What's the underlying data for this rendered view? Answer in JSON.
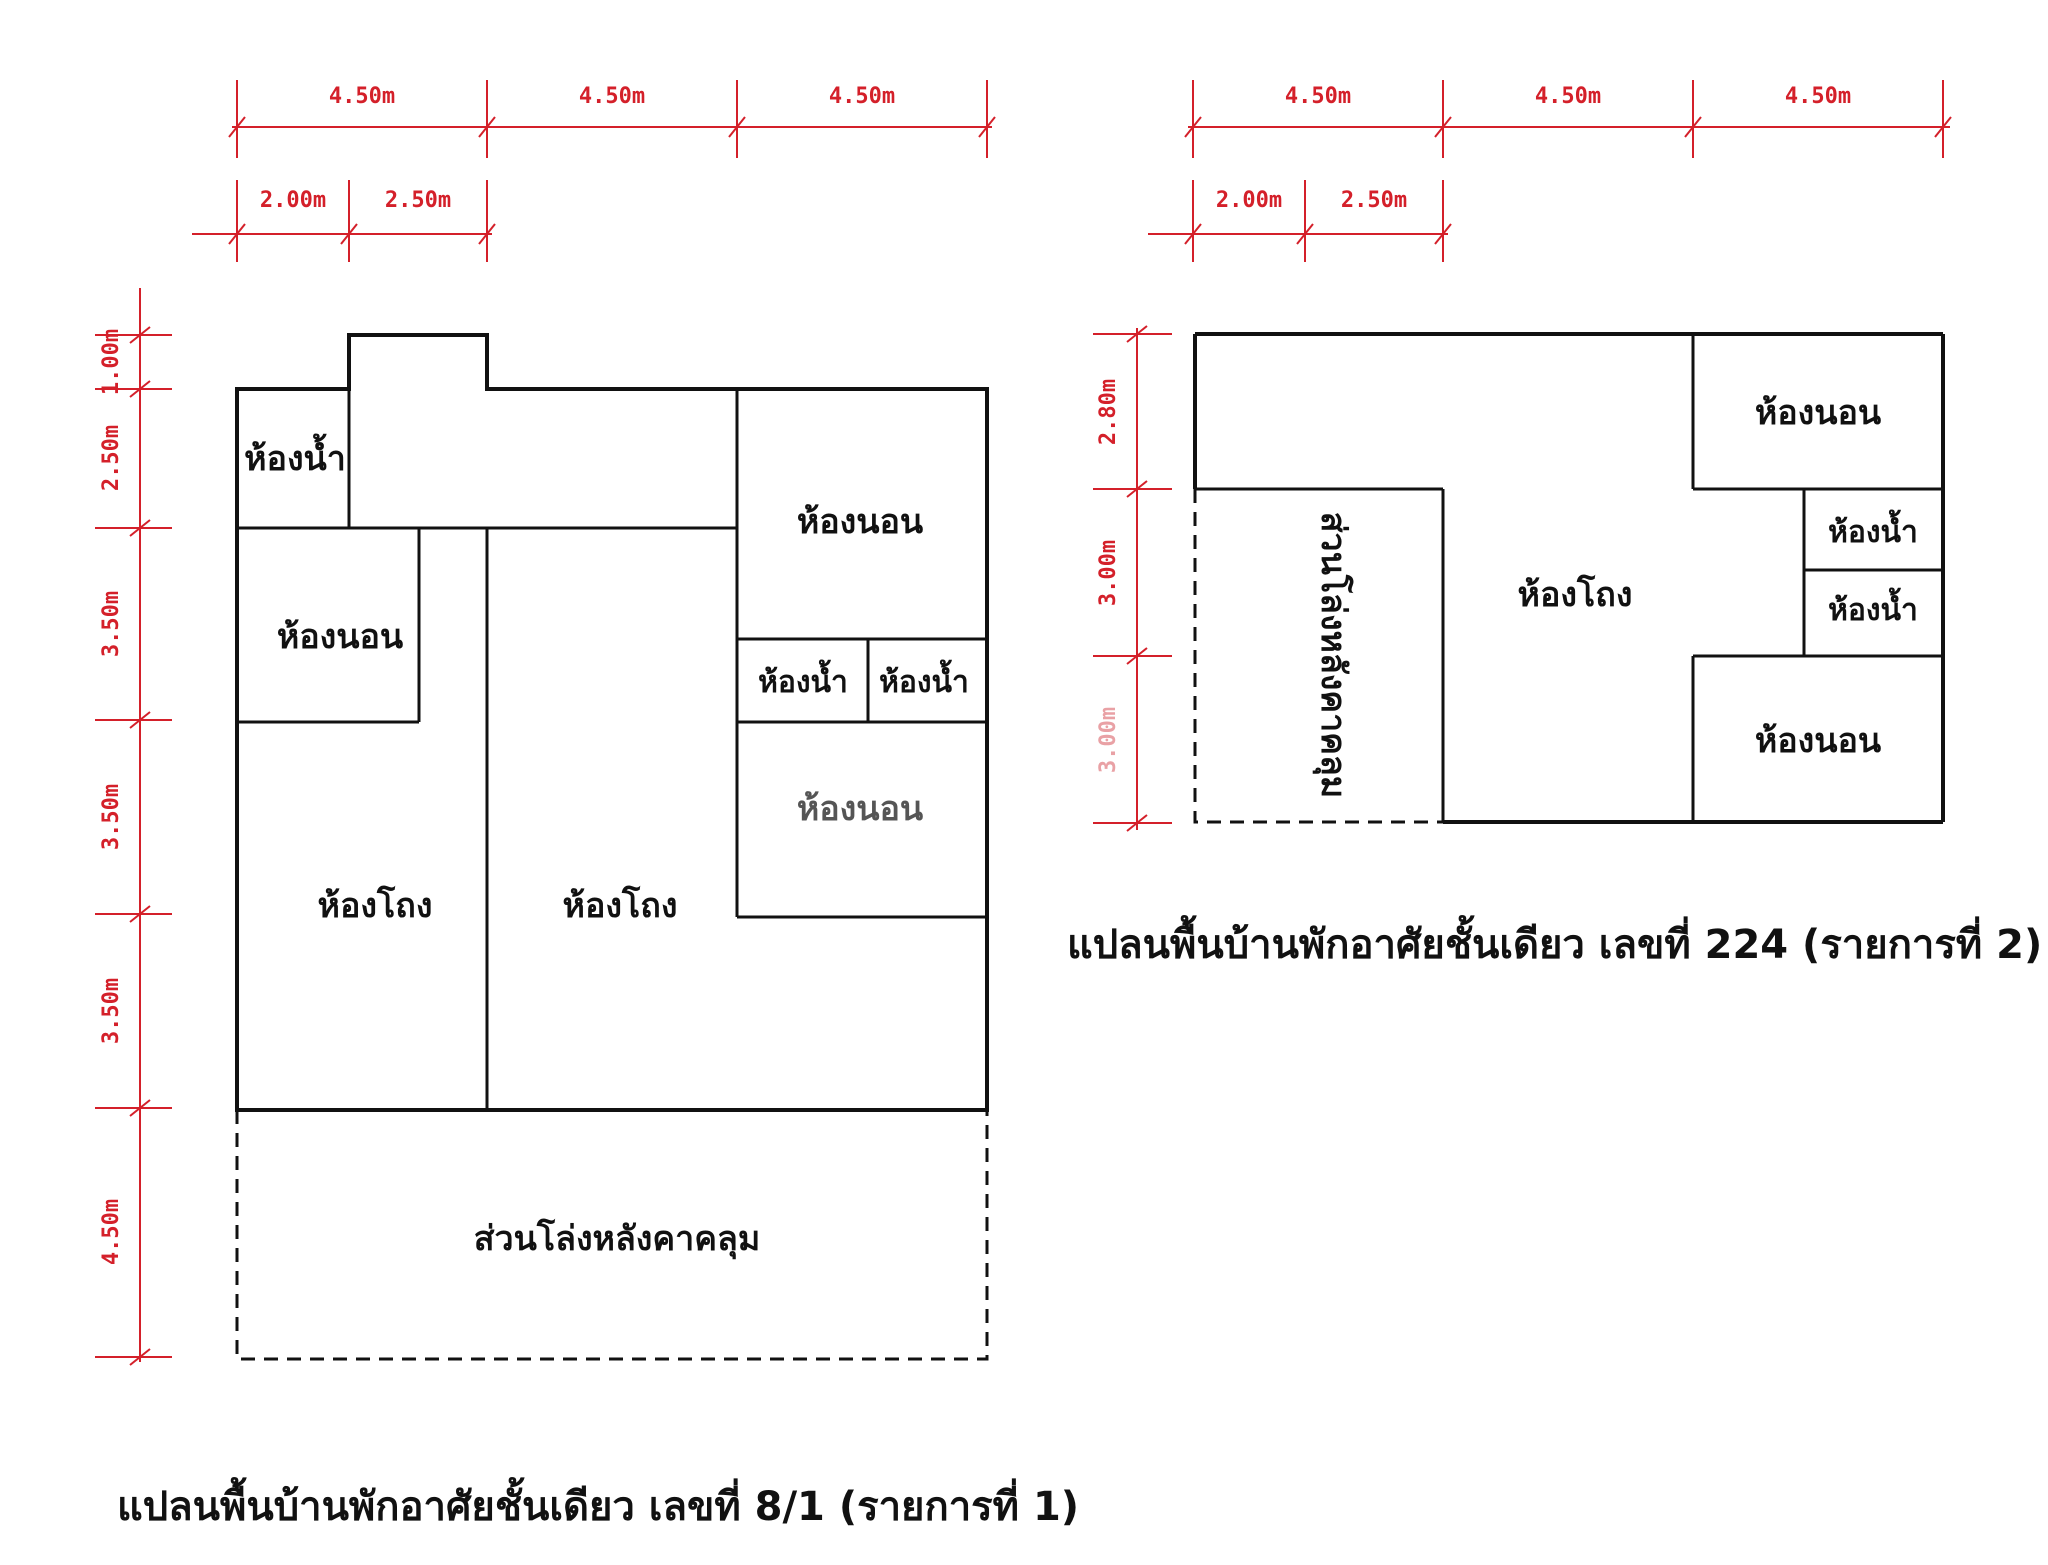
{
  "plan1": {
    "title": "แปลนพื้นบ้านพักอาศัยชั้นเดียว เลขที่ 8/1 (รายการที่ 1)",
    "dims_top": [
      "4.50m",
      "4.50m",
      "4.50m"
    ],
    "dims_sub": [
      "2.00m",
      "2.50m"
    ],
    "dims_left": [
      "1.00m",
      "2.50m",
      "3.50m",
      "3.50m",
      "3.50m",
      "4.50m"
    ],
    "rooms": {
      "bath_top_left": "ห้องน้ำ",
      "bed_left": "ห้องนอน",
      "bed_top_right": "ห้องนอน",
      "bath_right_1": "ห้องน้ำ",
      "bath_right_2": "ห้องน้ำ",
      "bed_right_lower": "ห้องนอน",
      "hall_left": "ห้องโถง",
      "hall_center": "ห้องโถง",
      "covered_area": "ส่วนโล่งหลังคาคลุม"
    }
  },
  "plan2": {
    "title": "แปลนพื้นบ้านพักอาศัยชั้นเดียว เลขที่ 224 (รายการที่ 2)",
    "dims_top": [
      "4.50m",
      "4.50m",
      "4.50m"
    ],
    "dims_sub": [
      "2.00m",
      "2.50m"
    ],
    "dims_left": [
      "2.80m",
      "3.00m",
      "3.00m"
    ],
    "rooms": {
      "bed_top": "ห้องนอน",
      "bath_1": "ห้องน้ำ",
      "bath_2": "ห้องน้ำ",
      "bed_bottom": "ห้องนอน",
      "hall": "ห้องโถง",
      "covered_area": "ส่วนโล่งหลังคาคลุม"
    }
  },
  "colors": {
    "dimension": "#d4202a",
    "wall": "#111111"
  }
}
